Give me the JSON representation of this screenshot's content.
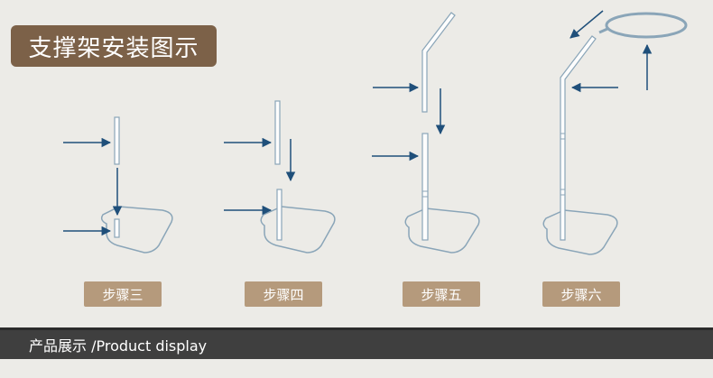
{
  "page": {
    "title": "支撑架安装图示",
    "steps": [
      {
        "label": "步骤三"
      },
      {
        "label": "步骤四"
      },
      {
        "label": "步骤五"
      },
      {
        "label": "步骤六"
      }
    ],
    "section_title": "产品展示 /Product display"
  },
  "colors": {
    "title_bg": "#7c6148",
    "step_bg": "#b59a7c",
    "arrow": "#1f4f7a",
    "section_bg": "#3f3f3f",
    "background": "#ecebe7"
  }
}
